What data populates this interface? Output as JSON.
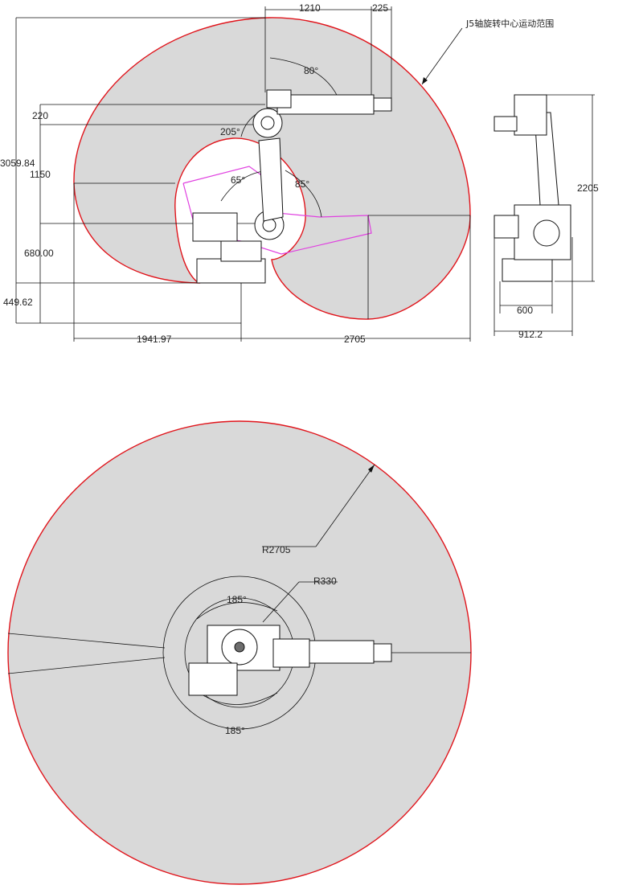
{
  "side_view": {
    "dim_top_1210": "1210",
    "dim_top_225": "225",
    "j5_label": "J5轴旋转中心运动范围",
    "angle_80": "80°",
    "angle_205": "205°",
    "angle_65": "65°",
    "angle_85": "85°",
    "dim_220": "220",
    "dim_3059": "3059.84",
    "dim_1150": "1150",
    "dim_680": "680.00",
    "dim_449": "449.62",
    "dim_1941": "1941.97",
    "dim_2705": "2705"
  },
  "front_view": {
    "dim_2205": "2205",
    "dim_600": "600",
    "dim_912": "912.2"
  },
  "top_view": {
    "radius_outer": "R2705",
    "radius_inner": "R330",
    "angle_upper": "185°",
    "angle_lower": "185°"
  },
  "colors": {
    "envelope_fill": "#d9d9d9",
    "envelope_stroke": "#e0141b",
    "j2_path": "#e040e0"
  }
}
